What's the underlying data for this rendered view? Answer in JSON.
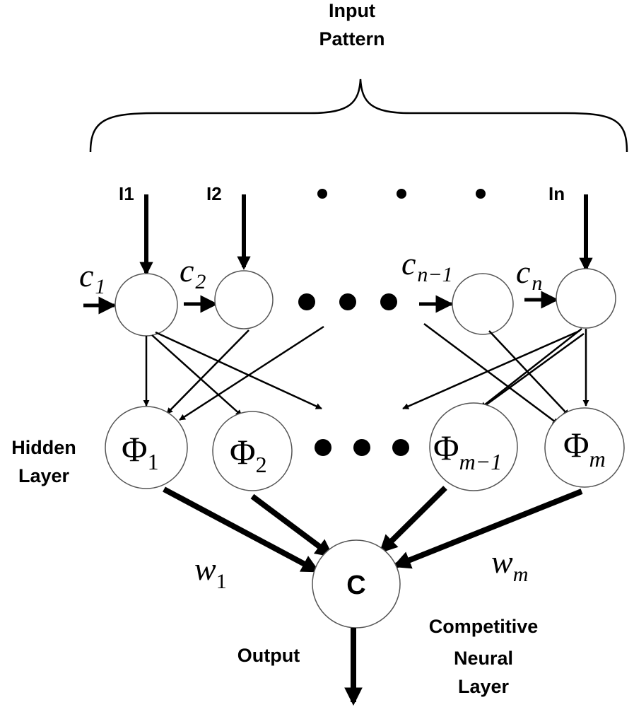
{
  "input_label": {
    "line1": "Input",
    "line2": "Pattern"
  },
  "inputs": [
    "I1",
    "I2",
    "In"
  ],
  "centers": [
    {
      "base": "c",
      "sub": "1"
    },
    {
      "base": "c",
      "sub": "2"
    },
    {
      "base": "c",
      "sub": "n−1"
    },
    {
      "base": "c",
      "sub": "n"
    }
  ],
  "hidden_label": {
    "line1": "Hidden",
    "line2": "Layer"
  },
  "hidden_nodes": [
    {
      "base": "Φ",
      "sub": "1"
    },
    {
      "base": "Φ",
      "sub": "2"
    },
    {
      "base": "Φ",
      "sub": "m−1"
    },
    {
      "base": "Φ",
      "sub": "m"
    }
  ],
  "weights": [
    {
      "base": "w",
      "sub": "1"
    },
    {
      "base": "w",
      "sub": "m"
    }
  ],
  "output_node": "C",
  "output_label": "Output",
  "competitive_label": {
    "line1": "Competitive",
    "line2": "Neural",
    "line3": "Layer"
  }
}
